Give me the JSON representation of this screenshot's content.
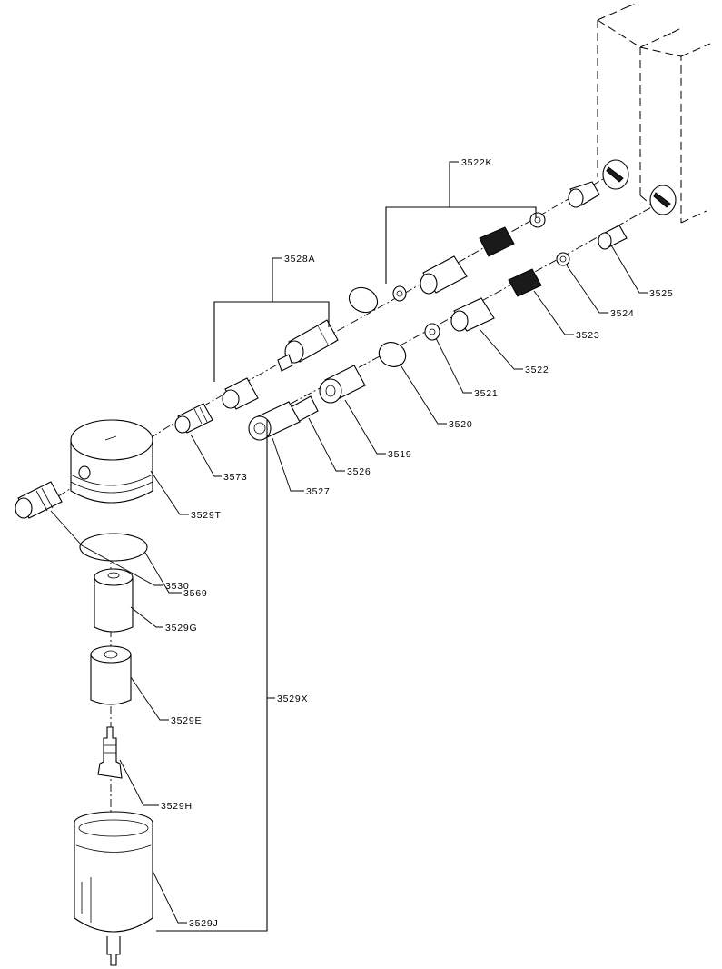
{
  "labels": {
    "p3522K": "3522K",
    "p3528A": "3528A",
    "p3525": "3525",
    "p3524": "3524",
    "p3523": "3523",
    "p3522": "3522",
    "p3521": "3521",
    "p3520": "3520",
    "p3519": "3519",
    "p3573": "3573",
    "p3526": "3526",
    "p3527": "3527",
    "p3529T": "3529T",
    "p3569": "3569",
    "p3530": "3530",
    "p3529G": "3529G",
    "p3529E": "3529E",
    "p3529H": "3529H",
    "p3529X": "3529X",
    "p3529J": "3529J"
  }
}
